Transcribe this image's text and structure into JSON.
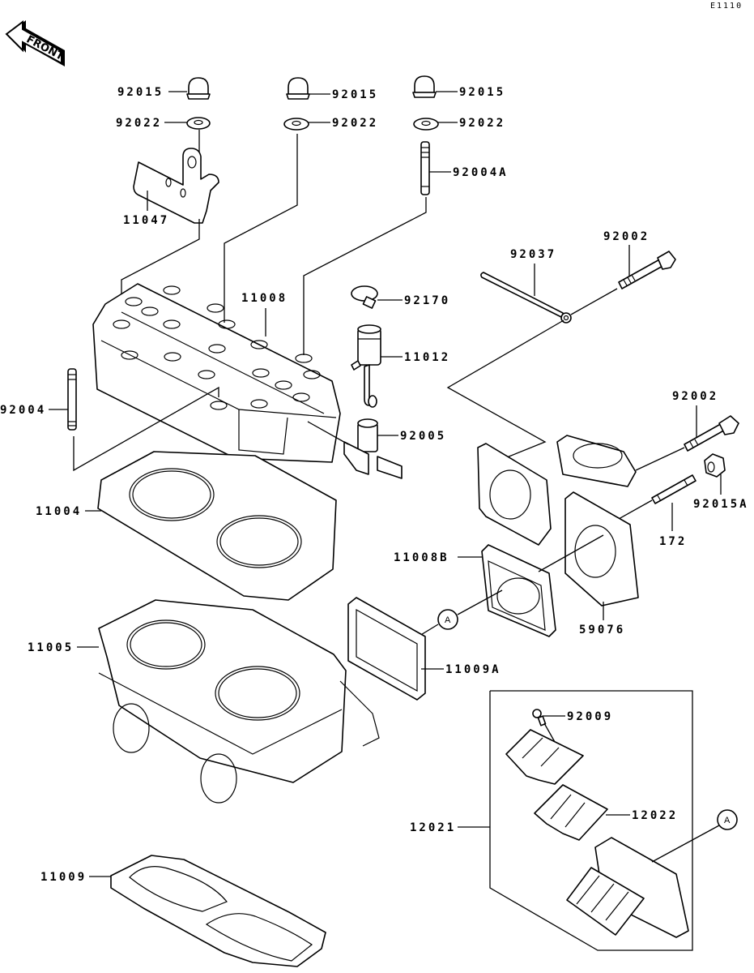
{
  "diagram": {
    "code": "E1110",
    "front_label": "FRONT",
    "reference_marker": "A",
    "parts": [
      {
        "id": "nut-1",
        "number": "92015",
        "name": "cap nut"
      },
      {
        "id": "nut-2",
        "number": "92015",
        "name": "cap nut"
      },
      {
        "id": "nut-3",
        "number": "92015",
        "name": "cap nut"
      },
      {
        "id": "washer-1",
        "number": "92022",
        "name": "washer"
      },
      {
        "id": "washer-2",
        "number": "92022",
        "name": "washer"
      },
      {
        "id": "washer-3",
        "number": "92022",
        "name": "washer"
      },
      {
        "id": "stud-a",
        "number": "92004A",
        "name": "stud"
      },
      {
        "id": "bracket",
        "number": "11047",
        "name": "bracket"
      },
      {
        "id": "band",
        "number": "92037",
        "name": "band"
      },
      {
        "id": "bolt-1",
        "number": "92002",
        "name": "bolt"
      },
      {
        "id": "head",
        "number": "11008",
        "name": "cylinder head"
      },
      {
        "id": "clamp",
        "number": "92170",
        "name": "clamp"
      },
      {
        "id": "sensor",
        "number": "11012",
        "name": "cap"
      },
      {
        "id": "stud",
        "number": "92004",
        "name": "stud"
      },
      {
        "id": "fitting",
        "number": "92005",
        "name": "fitting"
      },
      {
        "id": "bolt-2",
        "number": "92002",
        "name": "bolt"
      },
      {
        "id": "nut-a",
        "number": "92015A",
        "name": "nut"
      },
      {
        "id": "stud-172",
        "number": "172",
        "name": "stud"
      },
      {
        "id": "head-gasket",
        "number": "11004",
        "name": "head gasket"
      },
      {
        "id": "gasket-b",
        "number": "11008B",
        "name": "gasket"
      },
      {
        "id": "manifold",
        "number": "59076",
        "name": "intake manifold"
      },
      {
        "id": "cylinder",
        "number": "11005",
        "name": "cylinder"
      },
      {
        "id": "gasket-a",
        "number": "11009A",
        "name": "gasket"
      },
      {
        "id": "screw",
        "number": "92009",
        "name": "screw"
      },
      {
        "id": "reed",
        "number": "12022",
        "name": "reed"
      },
      {
        "id": "valve-assy",
        "number": "12021",
        "name": "reed valve assy"
      },
      {
        "id": "base-gasket",
        "number": "11009",
        "name": "base gasket"
      }
    ]
  }
}
